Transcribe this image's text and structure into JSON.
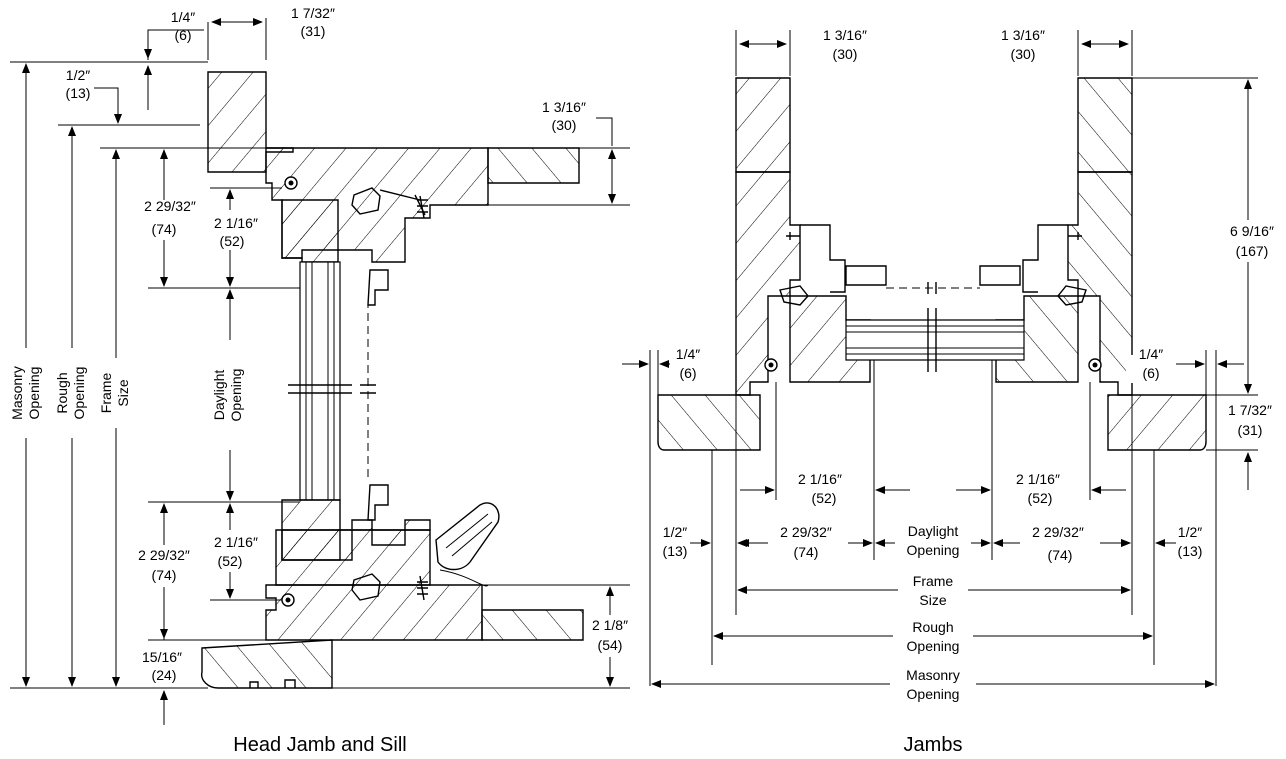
{
  "head_sill": {
    "caption": "Head Jamb and Sill",
    "top_offset": {
      "inch": "1/4″",
      "mm": "(6)"
    },
    "top_width": {
      "inch": "1 7/32″",
      "mm": "(31)"
    },
    "half_inch": {
      "inch": "1/2″",
      "mm": "(13)"
    },
    "top_right": {
      "inch": "1 3/16″",
      "mm": "(30)"
    },
    "head_frame_outer": {
      "inch": "2 29/32″",
      "mm": "(74)"
    },
    "head_frame_inner": {
      "inch": "2 1/16″",
      "mm": "(52)"
    },
    "daylight": {
      "line1": "Daylight",
      "line2": "Opening"
    },
    "sill_frame_inner": {
      "inch": "2 1/16″",
      "mm": "(52)"
    },
    "sill_frame_outer": {
      "inch": "2 29/32″",
      "mm": "(74)"
    },
    "sill_right": {
      "inch": "2 1/8″",
      "mm": "(54)"
    },
    "sill_bottom": {
      "inch": "15/16″",
      "mm": "(24)"
    },
    "masonry": {
      "line1": "Masonry",
      "line2": "Opening"
    },
    "rough": {
      "line1": "Rough",
      "line2": "Opening"
    },
    "frame": {
      "line1": "Frame",
      "line2": "Size"
    }
  },
  "jambs": {
    "caption": "Jambs",
    "top_left": {
      "inch": "1 3/16″",
      "mm": "(30)"
    },
    "top_right": {
      "inch": "1 3/16″",
      "mm": "(30)"
    },
    "right_height": {
      "inch": "6 9/16″",
      "mm": "(167)"
    },
    "left_quarter": {
      "inch": "1/4″",
      "mm": "(6)"
    },
    "right_quarter": {
      "inch": "1/4″",
      "mm": "(6)"
    },
    "right_sill": {
      "inch": "1 7/32″",
      "mm": "(31)"
    },
    "inner_left": {
      "inch": "2 1/16″",
      "mm": "(52)"
    },
    "inner_right": {
      "inch": "2 1/16″",
      "mm": "(52)"
    },
    "half_left": {
      "inch": "1/2″",
      "mm": "(13)"
    },
    "outer_left": {
      "inch": "2 29/32″",
      "mm": "(74)"
    },
    "daylight": {
      "line1": "Daylight",
      "line2": "Opening"
    },
    "outer_right": {
      "inch": "2 29/32″",
      "mm": "(74)"
    },
    "half_right": {
      "inch": "1/2″",
      "mm": "(13)"
    },
    "frame": {
      "line1": "Frame",
      "line2": "Size"
    },
    "rough": {
      "line1": "Rough",
      "line2": "Opening"
    },
    "masonry": {
      "line1": "Masonry",
      "line2": "Opening"
    }
  }
}
